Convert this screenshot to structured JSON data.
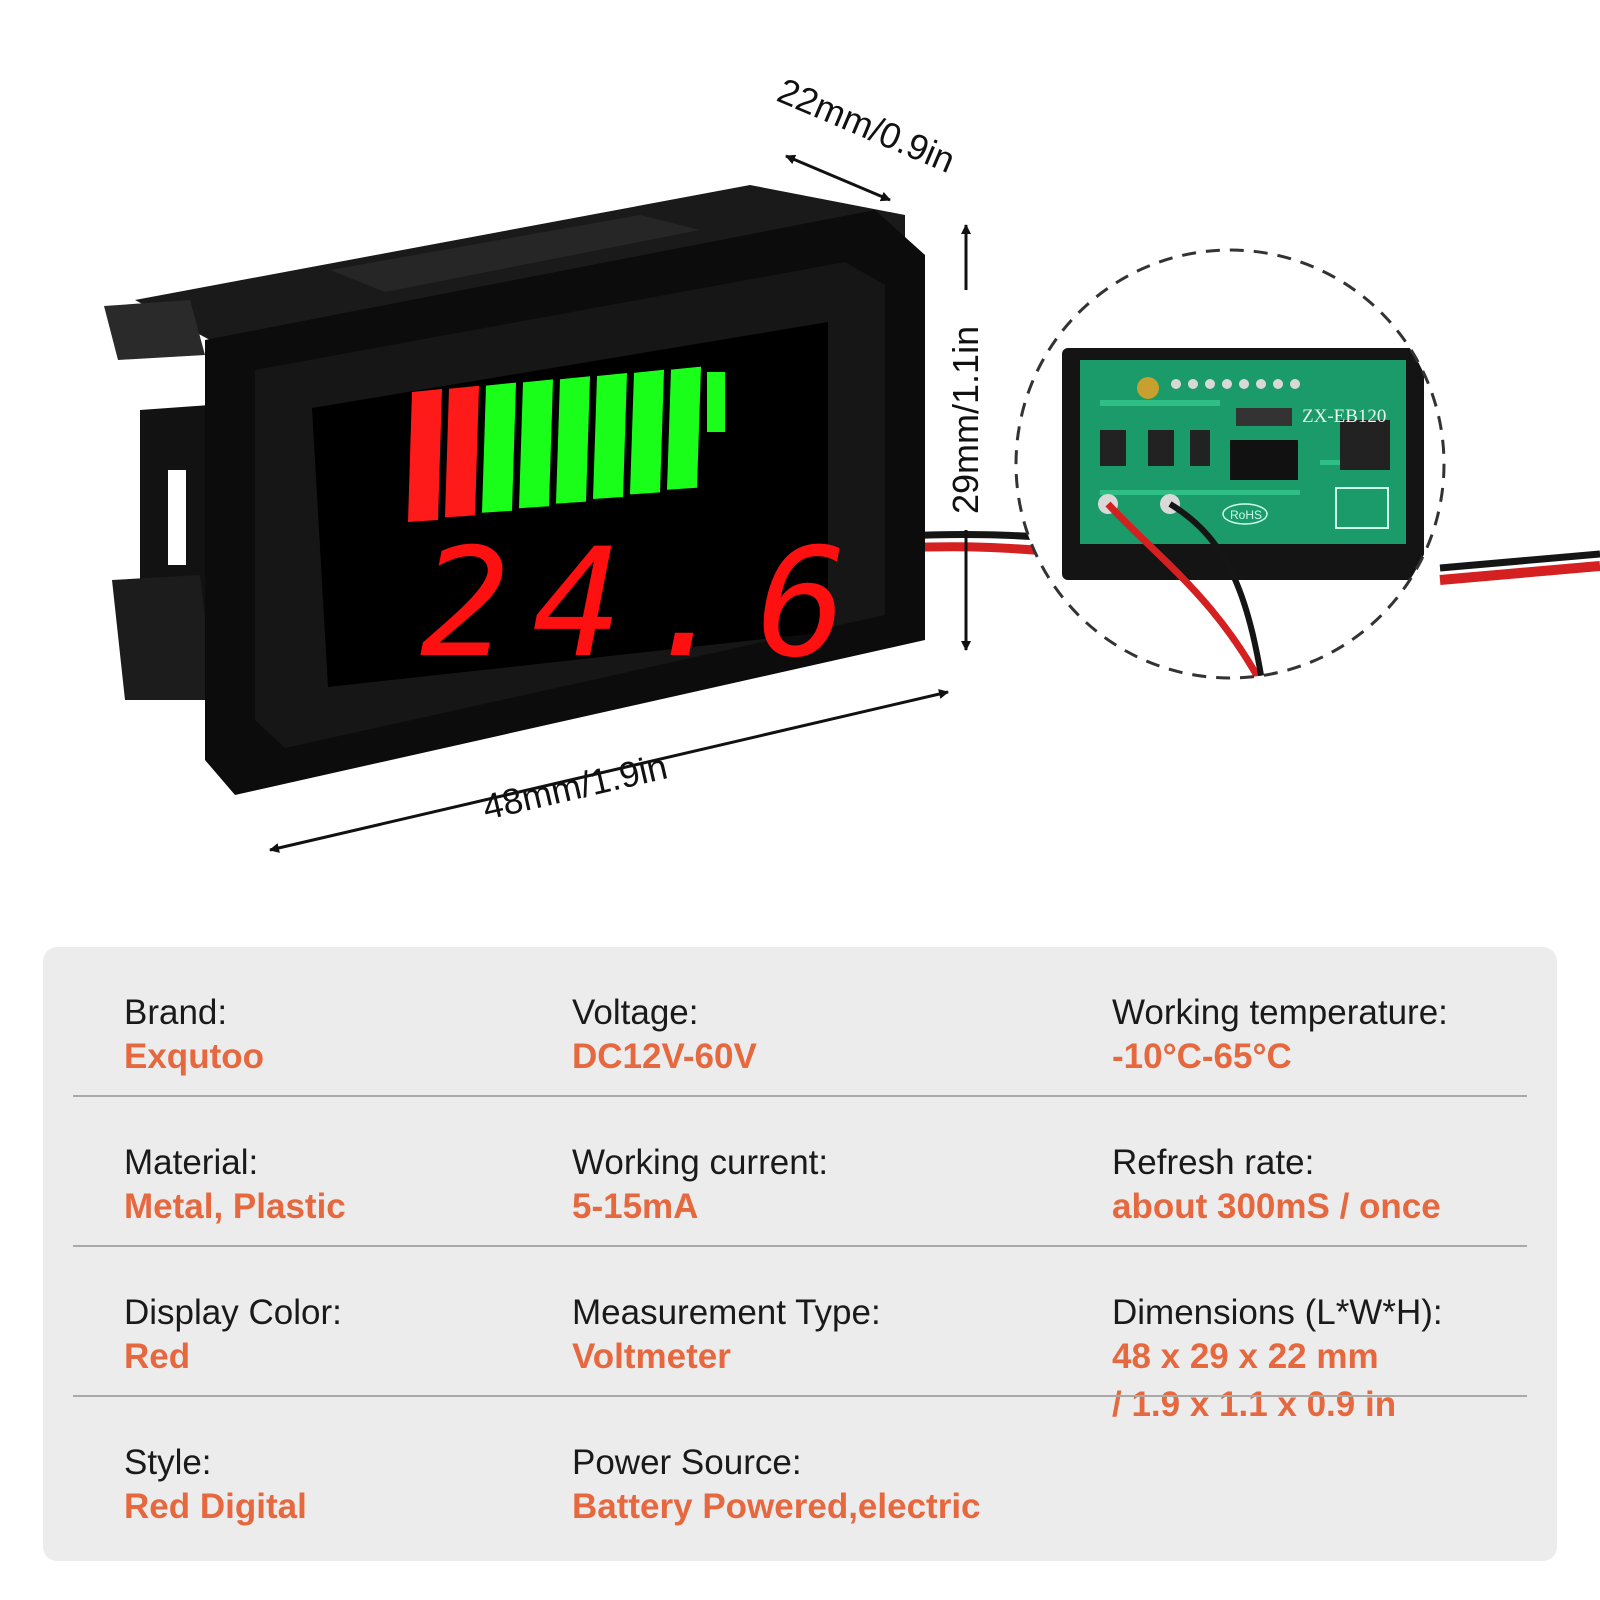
{
  "dimensions": {
    "depth": "22mm/0.9in",
    "height": "29mm/1.1in",
    "length": "48mm/1.9in"
  },
  "meter_display": {
    "reading": "24.6",
    "bar_segments_total": 8,
    "bar_segments_red": 2,
    "bar_red_color": "#ff1a1a",
    "bar_green_color": "#1aff1a",
    "digit_color": "#ff1010"
  },
  "pcb": {
    "model": "ZX-EB120",
    "mark": "RoHS"
  },
  "specs": [
    [
      {
        "label": "Brand:",
        "value": "Exqutoo"
      },
      {
        "label": "Voltage:",
        "value": "DC12V-60V"
      },
      {
        "label": "Working temperature:",
        "value": "-10°C-65°C"
      }
    ],
    [
      {
        "label": "Material:",
        "value": "Metal, Plastic"
      },
      {
        "label": "Working current:",
        "value": "5-15mA"
      },
      {
        "label": "Refresh rate:",
        "value": "about 300mS / once"
      }
    ],
    [
      {
        "label": "Display Color:",
        "value": "Red"
      },
      {
        "label": "Measurement Type:",
        "value": "Voltmeter"
      },
      {
        "label": "Dimensions (L*W*H):",
        "value": "48 x 29 x 22 mm",
        "value2": "/ 1.9 x 1.1 x 0.9 in"
      }
    ],
    [
      {
        "label": "Style:",
        "value": "Red Digital"
      },
      {
        "label": "Power Source:",
        "value": "Battery Powered,electric"
      }
    ]
  ],
  "colors": {
    "accent": "#e5683f",
    "panel_bg": "#ececec",
    "divider": "#a9a9a9"
  }
}
